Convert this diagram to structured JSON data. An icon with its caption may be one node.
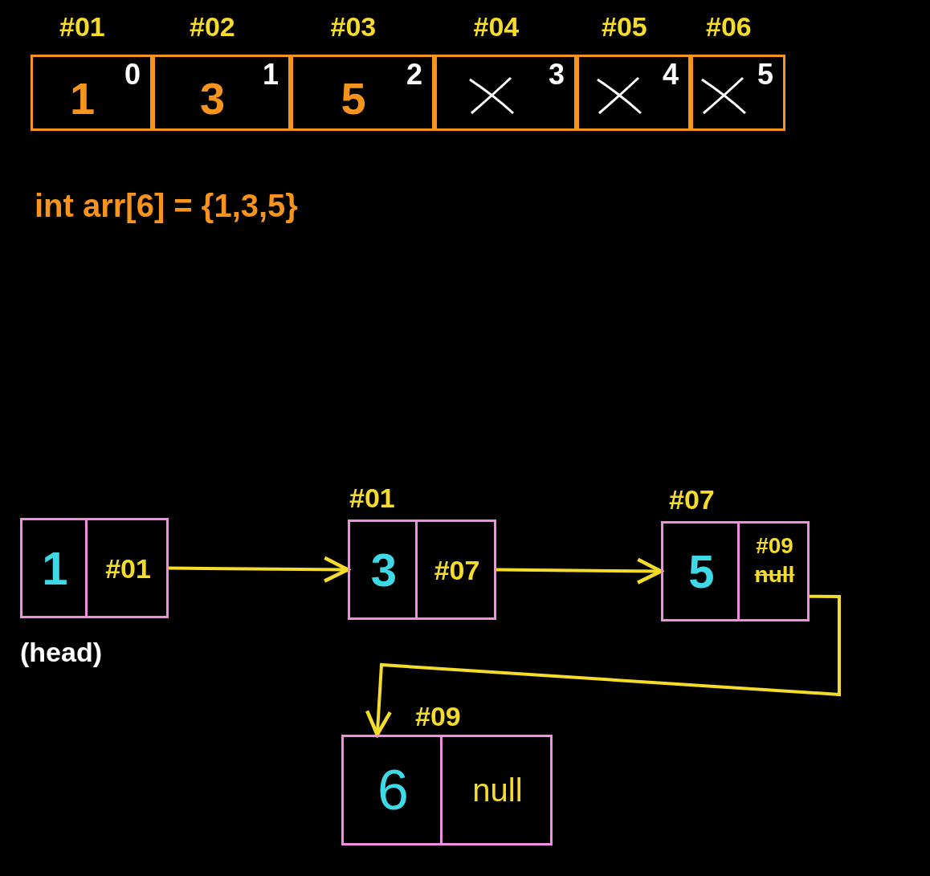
{
  "diagram": {
    "nodes": [
      {
        "text": [
          "1",
          "0"
        ],
        "beside": [
          "#01"
        ]
      },
      {
        "text": [
          "3",
          "1"
        ],
        "beside": [
          "#02"
        ]
      },
      {
        "text": [
          "5",
          "2"
        ],
        "beside": [
          "#03"
        ]
      },
      {
        "text": [
          "3"
        ],
        "beside": [
          "#04"
        ]
      },
      {
        "text": [
          "4"
        ],
        "beside": [
          "#05"
        ]
      },
      {
        "text": [
          "5"
        ],
        "beside": [
          "#06"
        ]
      },
      {
        "text": [
          "1",
          "#01"
        ],
        "beside": [
          "(head)"
        ]
      },
      {
        "text": [
          "3",
          "#07"
        ],
        "beside": [
          "#01"
        ]
      },
      {
        "text": [
          "5",
          "#09",
          "null"
        ],
        "beside": [
          "#07"
        ]
      },
      {
        "text": [
          "6",
          "null"
        ],
        "beside": [
          "#09"
        ]
      }
    ],
    "edges": [
      {
        "from": 6,
        "to": 7,
        "arrow": "to"
      },
      {
        "from": 7,
        "to": 8,
        "arrow": "to"
      },
      {
        "from": 8,
        "to": 9,
        "arrow": "to"
      }
    ],
    "labels": [
      "int arr[6] = {1,3,5}"
    ]
  }
}
